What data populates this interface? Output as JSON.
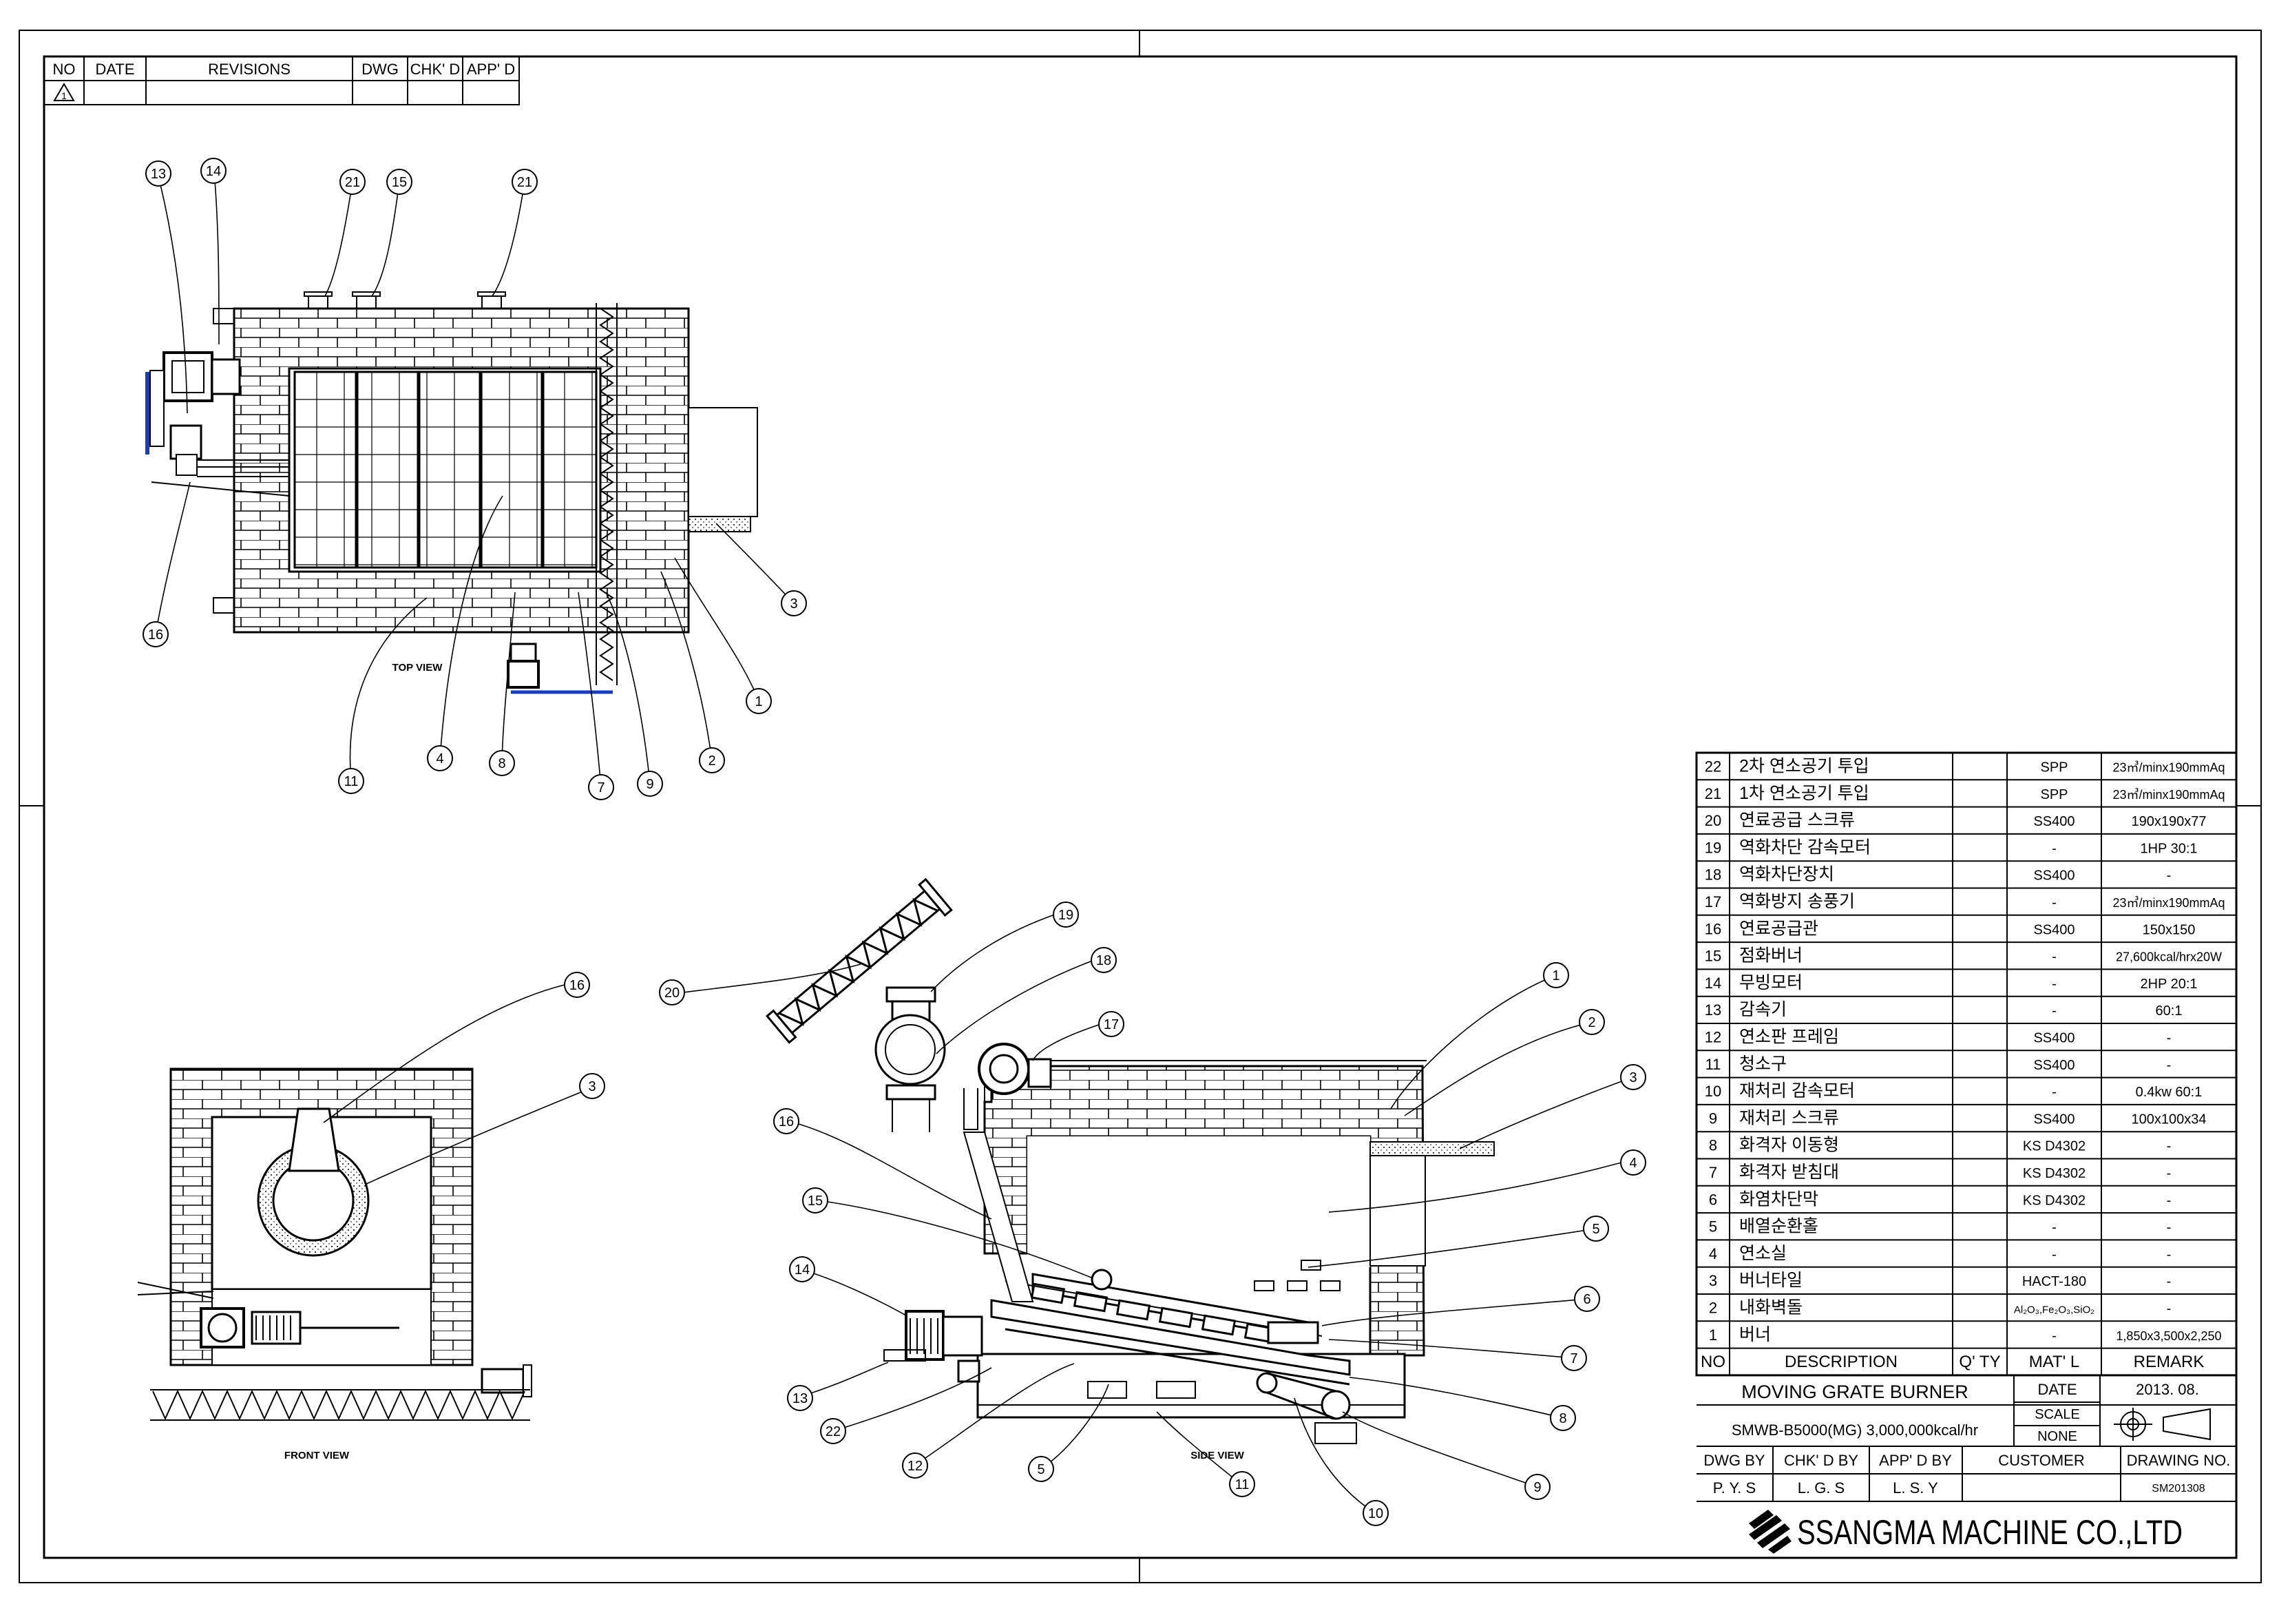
{
  "revision_block": {
    "headers": [
      "NO",
      "DATE",
      "REVISIONS",
      "DWG",
      "CHK' D",
      "APP' D"
    ],
    "first_row_symbol": "1"
  },
  "view_titles": {
    "top": "TOP VIEW",
    "front": "FRONT VIEW",
    "side": "SIDE VIEW"
  },
  "balloons": {
    "top": [
      "13",
      "14",
      "21",
      "15",
      "21",
      "3",
      "1",
      "2",
      "9",
      "7",
      "8",
      "4",
      "11",
      "16"
    ],
    "front": [
      "16",
      "3"
    ],
    "side": [
      "19",
      "18",
      "20",
      "17",
      "16",
      "15",
      "14",
      "13",
      "22",
      "12",
      "5",
      "11",
      "10",
      "9",
      "8",
      "7",
      "6",
      "5",
      "4",
      "3",
      "2",
      "1"
    ]
  },
  "parts_list": {
    "rows": [
      {
        "no": "22",
        "desc": "2차 연소공기 투입",
        "qty": "",
        "mat": "SPP",
        "remark": "23㎥/minx190mmAq"
      },
      {
        "no": "21",
        "desc": "1차 연소공기 투입",
        "qty": "",
        "mat": "SPP",
        "remark": "23㎥/minx190mmAq"
      },
      {
        "no": "20",
        "desc": "연료공급 스크류",
        "qty": "",
        "mat": "SS400",
        "remark": "190x190x77"
      },
      {
        "no": "19",
        "desc": "역화차단 감속모터",
        "qty": "",
        "mat": "-",
        "remark": "1HP 30:1"
      },
      {
        "no": "18",
        "desc": "역화차단장치",
        "qty": "",
        "mat": "SS400",
        "remark": "-"
      },
      {
        "no": "17",
        "desc": "역화방지 송풍기",
        "qty": "",
        "mat": "-",
        "remark": "23㎥/minx190mmAq"
      },
      {
        "no": "16",
        "desc": "연료공급관",
        "qty": "",
        "mat": "SS400",
        "remark": "150x150"
      },
      {
        "no": "15",
        "desc": "점화버너",
        "qty": "",
        "mat": "-",
        "remark": "27,600kcal/hrx20W"
      },
      {
        "no": "14",
        "desc": "무빙모터",
        "qty": "",
        "mat": "-",
        "remark": "2HP 20:1"
      },
      {
        "no": "13",
        "desc": "감속기",
        "qty": "",
        "mat": "-",
        "remark": "60:1"
      },
      {
        "no": "12",
        "desc": "연소판 프레임",
        "qty": "",
        "mat": "SS400",
        "remark": "-"
      },
      {
        "no": "11",
        "desc": "청소구",
        "qty": "",
        "mat": "SS400",
        "remark": "-"
      },
      {
        "no": "10",
        "desc": "재처리 감속모터",
        "qty": "",
        "mat": "-",
        "remark": "0.4kw 60:1"
      },
      {
        "no": "9",
        "desc": "재처리 스크류",
        "qty": "",
        "mat": "SS400",
        "remark": "100x100x34"
      },
      {
        "no": "8",
        "desc": "화격자 이동형",
        "qty": "",
        "mat": "KS D4302",
        "remark": "-"
      },
      {
        "no": "7",
        "desc": "화격자 받침대",
        "qty": "",
        "mat": "KS D4302",
        "remark": "-"
      },
      {
        "no": "6",
        "desc": "화염차단막",
        "qty": "",
        "mat": "KS D4302",
        "remark": "-"
      },
      {
        "no": "5",
        "desc": "배열순환홀",
        "qty": "",
        "mat": "-",
        "remark": "-"
      },
      {
        "no": "4",
        "desc": "연소실",
        "qty": "",
        "mat": "-",
        "remark": "-"
      },
      {
        "no": "3",
        "desc": "버너타일",
        "qty": "",
        "mat": "HACT-180",
        "remark": "-"
      },
      {
        "no": "2",
        "desc": "내화벽돌",
        "qty": "",
        "mat": "Al₂O₃,Fe₂O₃,SiO₂",
        "remark": "-"
      },
      {
        "no": "1",
        "desc": "버너",
        "qty": "",
        "mat": "-",
        "remark": "1,850x3,500x2,250"
      }
    ],
    "header": {
      "no": "NO",
      "desc": "DESCRIPTION",
      "qty": "Q' TY",
      "mat": "MAT' L",
      "remark": "REMARK"
    }
  },
  "title_block": {
    "title": "MOVING GRATE BURNER",
    "model": "SMWB-B5000(MG) 3,000,000kcal/hr",
    "date_label": "DATE",
    "date_value": "2013. 08.",
    "scale_label": "SCALE",
    "scale_value": "NONE",
    "dwg_by_label": "DWG BY",
    "chkd_by_label": "CHK' D BY",
    "appd_by_label": "APP' D BY",
    "customer_label": "CUSTOMER",
    "drawing_no_label": "DRAWING NO.",
    "dwg_by": "P. Y. S",
    "chkd_by": "L. G. S",
    "appd_by": "L. S. Y",
    "customer": "",
    "drawing_no": "SM201308",
    "company": "SSANGMA MACHINE CO.,LTD"
  }
}
